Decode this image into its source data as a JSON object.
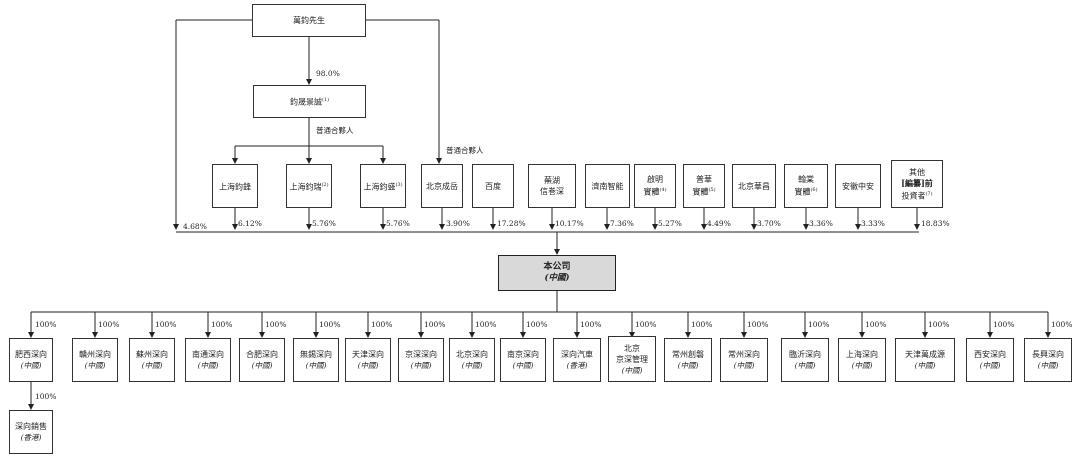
{
  "top_person": "萬鈞先生",
  "person_to_gp_pct": "98.0%",
  "gp": {
    "name": "鈞晟景誠",
    "note": "(1)"
  },
  "gp_label_left": "普通合夥人",
  "gp_label_right": "普通合夥人",
  "partnerships": [
    {
      "name": "上海鈞鋒",
      "note": "",
      "pct": "6.12%"
    },
    {
      "name": "上海鈞瑞",
      "note": "(2)",
      "pct": "5.76%"
    },
    {
      "name": "上海鈞盛",
      "note": "(3)",
      "pct": "5.76%"
    }
  ],
  "person_direct_pct": "4.68%",
  "investors": [
    {
      "lines": [
        "北京成岳"
      ],
      "note": "",
      "pct": "3.90%"
    },
    {
      "lines": [
        "百度"
      ],
      "note": "",
      "pct": "17.28%"
    },
    {
      "lines": [
        "蕪湖",
        "信巻深"
      ],
      "note": "",
      "pct": "10.17%"
    },
    {
      "lines": [
        "濟南智能"
      ],
      "note": "",
      "pct": "7.36%"
    },
    {
      "lines": [
        "啟明",
        "實體"
      ],
      "note": "(4)",
      "pct": "5.27%"
    },
    {
      "lines": [
        "普華",
        "實體"
      ],
      "note": "(5)",
      "pct": "4.49%"
    },
    {
      "lines": [
        "北京華昌"
      ],
      "note": "",
      "pct": "3.70%"
    },
    {
      "lines": [
        "翰棠",
        "實體"
      ],
      "note": "(6)",
      "pct": "3.36%"
    },
    {
      "lines": [
        "安徽中安"
      ],
      "note": "",
      "pct": "3.33%"
    },
    {
      "lines": [
        "其他",
        "[編纂]前",
        "投資者"
      ],
      "note": "(7)",
      "pct": "18.83%"
    }
  ],
  "company": {
    "name": "本公司",
    "sub": "(中國)"
  },
  "subsidiaries": [
    {
      "lines": [
        "肥西深向"
      ],
      "sub": "(中國)",
      "pct": "100%"
    },
    {
      "lines": [
        "贛州深向"
      ],
      "sub": "(中國)",
      "pct": "100%"
    },
    {
      "lines": [
        "蘇州深向"
      ],
      "sub": "(中國)",
      "pct": "100%"
    },
    {
      "lines": [
        "南通深向"
      ],
      "sub": "(中國)",
      "pct": "100%"
    },
    {
      "lines": [
        "合肥深向"
      ],
      "sub": "(中國)",
      "pct": "100%"
    },
    {
      "lines": [
        "無錫深向"
      ],
      "sub": "(中國)",
      "pct": "100%"
    },
    {
      "lines": [
        "天津深向"
      ],
      "sub": "(中國)",
      "pct": "100%"
    },
    {
      "lines": [
        "京深深向"
      ],
      "sub": "(中國)",
      "pct": "100%"
    },
    {
      "lines": [
        "北京深向"
      ],
      "sub": "(中國)",
      "pct": "100%"
    },
    {
      "lines": [
        "南京深向"
      ],
      "sub": "(中國)",
      "pct": "100%"
    },
    {
      "lines": [
        "深向汽車"
      ],
      "sub": "(香港)",
      "pct": "100%"
    },
    {
      "lines": [
        "北京",
        "京深管理"
      ],
      "sub": "(中國)",
      "pct": "100%"
    },
    {
      "lines": [
        "常州創磐"
      ],
      "sub": "(中國)",
      "pct": "100%"
    },
    {
      "lines": [
        "常州深向"
      ],
      "sub": "(中國)",
      "pct": "100%"
    },
    {
      "lines": [
        "臨沂深向"
      ],
      "sub": "(中國)",
      "pct": "100%"
    },
    {
      "lines": [
        "上海深向"
      ],
      "sub": "(中國)",
      "pct": "100%"
    },
    {
      "lines": [
        "天津萬成源"
      ],
      "sub": "(中國)",
      "pct": "100%"
    },
    {
      "lines": [
        "西安深向"
      ],
      "sub": "(中國)",
      "pct": "100%"
    },
    {
      "lines": [
        "長興深向"
      ],
      "sub": "(中國)",
      "pct": "100%"
    }
  ],
  "sub_sub": {
    "lines": [
      "深向銷售"
    ],
    "sub": "(香港)",
    "pct": "100%"
  }
}
